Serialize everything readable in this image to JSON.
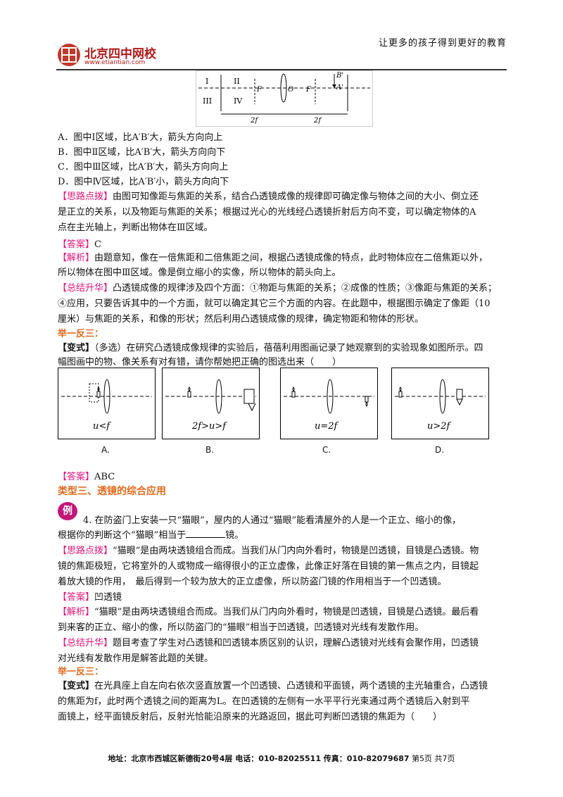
{
  "header": {
    "slogan": "让更多的孩子得到更好的教育",
    "logo_name": "北京四中网校",
    "logo_url": "www.etiantian.com"
  },
  "top_diagram": {
    "region_labels": [
      "I",
      "II",
      "III",
      "IV"
    ],
    "F_left": "F",
    "O": "O",
    "F_right": "F",
    "B_prime": "B'",
    "A_prime": "A'",
    "two_f_left": "2f",
    "two_f_right": "2f"
  },
  "options": [
    "A．图中Ⅰ区域，比A′B′大，箭头方向向上",
    "B．图中Ⅱ区域，比A′B′大，箭头方向向下",
    "C．图中Ⅲ区域，比A′B′大，箭头方向向上",
    "D．图中Ⅳ区域，比A′B′小，箭头方向向下"
  ],
  "q1": {
    "hint_tag": "【思路点拨】",
    "hint_lines": [
      "由图可知像距与焦距的关系，结合凸透镜成像的规律即可确定像与物体之间的大小、倒立还",
      "是正立的关系，以及物距与焦距的关系；根据过光心的光线经凸透镜折射后方向不变，可以确定物体的A",
      "点在主光轴上，判断出物体在Ⅲ区域。"
    ],
    "answer_tag": "【答案】",
    "answer": "C",
    "analysis_tag": "【解析】",
    "analysis_lines": [
      "由题意知，像在一倍焦距和二倍焦距之间，根据凸透镜成像的特点，此时物体应在二倍焦距以外，",
      "所以物体在图中Ⅲ区域。像是倒立缩小的实像，所以物体的箭头向上。"
    ],
    "summary_tag": "【总结升华】",
    "summary_lines": [
      "凸透镜成像的规律涉及四个方面：①物距与焦距的关系；②成像的性质；③像距与焦距的关系；",
      "④应用，只要告诉其中的一个方面，就可以确定其它三个方面的内容。在此题中，根据图示确定了像距（10",
      "厘米）与焦距的关系，和像的形状；然后利用凸透镜成像的规律，确定物距和物体的形状。"
    ]
  },
  "jyfs1": {
    "title": "举一反三：",
    "variant_tag": "【变式】",
    "lines": [
      "（多选）在研究凸透镜成像规律的实验后，蓓蓓利用图画记录了她观察到的实验现象如图所示。四",
      "幅图画中的物、像关系有对有错，请你帮她把正确的图选出来（　　）"
    ],
    "panels": [
      {
        "caption": "u<f",
        "label": "A."
      },
      {
        "caption": "2f>u>f",
        "label": "B."
      },
      {
        "caption": "u=2f",
        "label": "C."
      },
      {
        "caption": "u>2f",
        "label": "D."
      }
    ],
    "answer_tag": "【答案】",
    "answer": "ABC"
  },
  "section3": {
    "title": "类型三、透镜的综合应用"
  },
  "q4": {
    "badge": "例",
    "stem_line1": "4. 在防盗门上安装一只“猫眼”，屋内的人通过“猫眼”能看清屋外的人是一个正立、缩小的像，",
    "stem_line2_pre": "根据你的判断这个“猫眼”相当于",
    "stem_line2_post": "镜。",
    "hint_tag": "【思路点拨】",
    "hint_lines": [
      "“猫眼”是由两块透镜组合而成。当我们从门内向外看时，物镜是凹透镜，目镜是凸透镜。物",
      "镜的焦距极短，它将室外的人或物成一缩得很小的正立虚像，此像正好落在目镜的第一焦点之内，目镜起",
      "着放大镜的作用，　最后得到一个较为放大的正立虚像，所以防盗门镜的作用相当于一个凹透镜。"
    ],
    "answer_tag": "【答案】",
    "answer": "凹透镜",
    "analysis_tag": "【解析】",
    "analysis_lines": [
      "“猫眼”是由两块透镜组合而成。当我们从门内向外看时，物镜是凹透镜，目镜是凸透镜。最后看",
      "到来客的正立、缩小的像，所以防盗门的“猫眼”相当于凹透镜，凹透镜对光线有发散作用。"
    ],
    "summary_tag": "【总结升华】",
    "summary_lines": [
      "题目考查了学生对凸透镜和凹透镜本质区别的认识，理解凸透镜对光线有会聚作用，凹透镜",
      "对光线有发散作用是解答此题的关键。"
    ]
  },
  "jyfs2": {
    "title": "举一反三：",
    "variant_tag": "【变式】",
    "lines": [
      "在光具座上自左向右依次竖直放置一个凹透镜、凸透镜和平面镜，两个透镜的主光轴重合，凸透镜",
      "的焦距为f，此时两个透镜之间的距离为L。在凹透镜的左侧有一水平平行光束通过两个透镜后入射到平",
      "面镜上，经平面镜反射后，反射光恰能沿原来的光路返回，据此可判断凹透镜的焦距为（　　）"
    ]
  },
  "footer": {
    "address": "地址：北京市西城区新德街20号4层 电话：010-82025511 传真：010-82079687",
    "page": "第5页 共7页"
  }
}
